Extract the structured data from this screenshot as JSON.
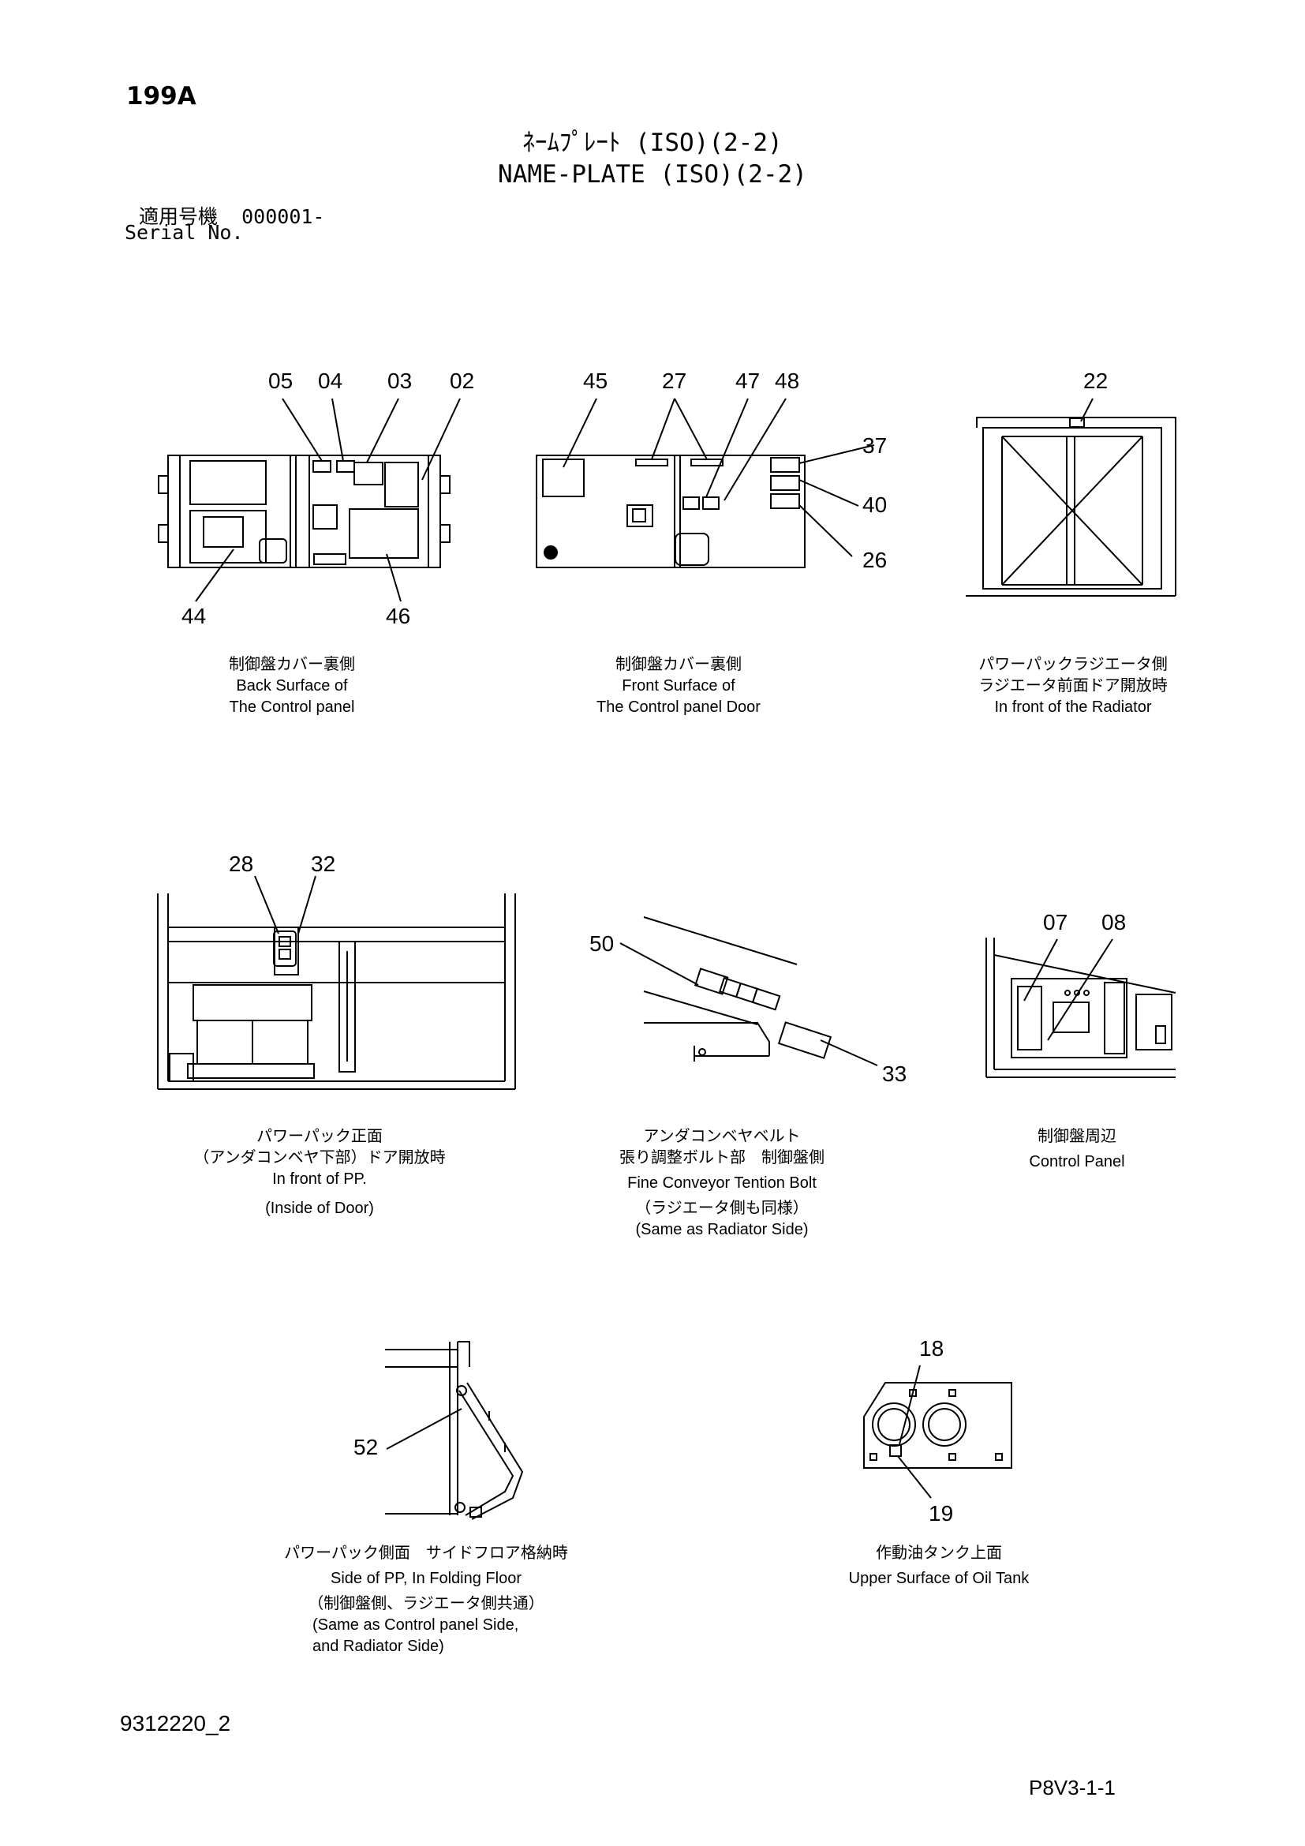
{
  "header": {
    "page_number": "199A",
    "title_jp": "ﾈｰﾑﾌﾟﾚｰﾄ (ISO)(2-2)",
    "title_en": "NAME-PLATE (ISO)(2-2)",
    "serial_label_jp": "適用号機",
    "serial_value": "000001-",
    "serial_label_en": "Serial No."
  },
  "views": [
    {
      "id": "back-control-panel",
      "callouts": [
        "05",
        "04",
        "03",
        "02",
        "44",
        "46"
      ],
      "caption_jp": "制御盤カバー裏側",
      "caption_en_1": "Back Surface of",
      "caption_en_2": "The Control panel"
    },
    {
      "id": "front-control-panel-door",
      "callouts": [
        "45",
        "27",
        "47",
        "48",
        "37",
        "40",
        "26"
      ],
      "caption_jp": "制御盤カバー裏側",
      "caption_en_1": "Front Surface of",
      "caption_en_2": "The Control panel Door"
    },
    {
      "id": "radiator",
      "callouts": [
        "22"
      ],
      "caption_jp_1": "パワーパックラジエータ側",
      "caption_jp_2": "ラジエータ前面ドア開放時",
      "caption_en": "In front of the Radiator"
    },
    {
      "id": "front-pp",
      "callouts": [
        "28",
        "32"
      ],
      "caption_jp_1": "パワーパック正面",
      "caption_jp_2": "（アンダコンベヤ下部）ドア開放時",
      "caption_en_1": "In front of PP.",
      "caption_en_2": "(Inside  of Door)"
    },
    {
      "id": "conveyor-belt",
      "callouts": [
        "50",
        "33"
      ],
      "caption_jp_1": "アンダコンベヤベルト",
      "caption_jp_2": "張り調整ボルト部　制御盤側",
      "caption_en_1": "Fine Conveyor Tention Bolt",
      "caption_jp_3": "（ラジエータ側も同様）",
      "caption_en_2": "(Same as Radiator Side)"
    },
    {
      "id": "control-panel",
      "callouts": [
        "07",
        "08"
      ],
      "caption_jp": "制御盤周辺",
      "caption_en": "Control Panel"
    },
    {
      "id": "folding-floor",
      "callouts": [
        "52"
      ],
      "caption_jp_1": "パワーパック側面　サイドフロア格納時",
      "caption_en_1": "Side of PP, In Folding Floor",
      "caption_jp_2": "（制御盤側、ラジエータ側共通）",
      "caption_en_2": "(Same as Control panel Side,",
      "caption_en_3": "and Radiator Side)"
    },
    {
      "id": "oil-tank",
      "callouts": [
        "18",
        "19"
      ],
      "caption_jp": "作動油タンク上面",
      "caption_en": "Upper Surface of Oil Tank"
    }
  ],
  "footer": {
    "doc_number": "9312220_2",
    "page_code": "P8V3-1-1"
  }
}
